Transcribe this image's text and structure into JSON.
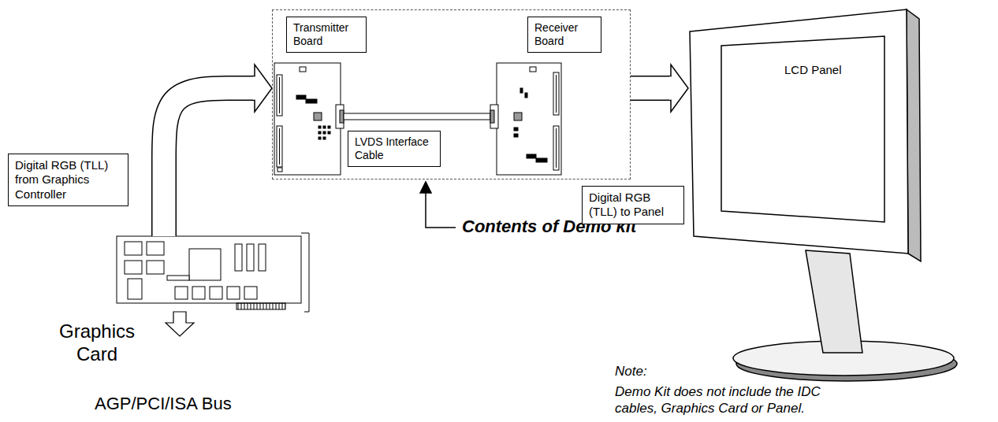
{
  "diagram": {
    "nodes": [
      {
        "text": [
          "Contents of Demo kit"
        ]
      },
      {
        "text": [
          "Transmitter Board"
        ],
        "in": 0
      },
      {
        "text": [
          "Receiver Board"
        ],
        "in": 0
      },
      {
        "text": [
          "LVDS Interface Cable"
        ],
        "in": 0
      },
      {
        "text": [
          "Digital RGB (TLL) from Graphics Controller"
        ]
      },
      {
        "text": [
          "Digital RGB (TLL) to Panel"
        ]
      },
      {
        "text": [
          "LCD Panel"
        ]
      },
      {
        "text": [
          "Graphics Card"
        ]
      }
    ],
    "edges": [
      {
        "from": 7,
        "to": 0,
        "arrow": "to"
      },
      {
        "from": 0,
        "to": 6,
        "arrow": "to"
      }
    ],
    "labels": [
      "AGP/PCI/ISA Bus",
      "Note:",
      "Demo Kit does not include the IDC cables, Graphics Card or Panel."
    ]
  }
}
